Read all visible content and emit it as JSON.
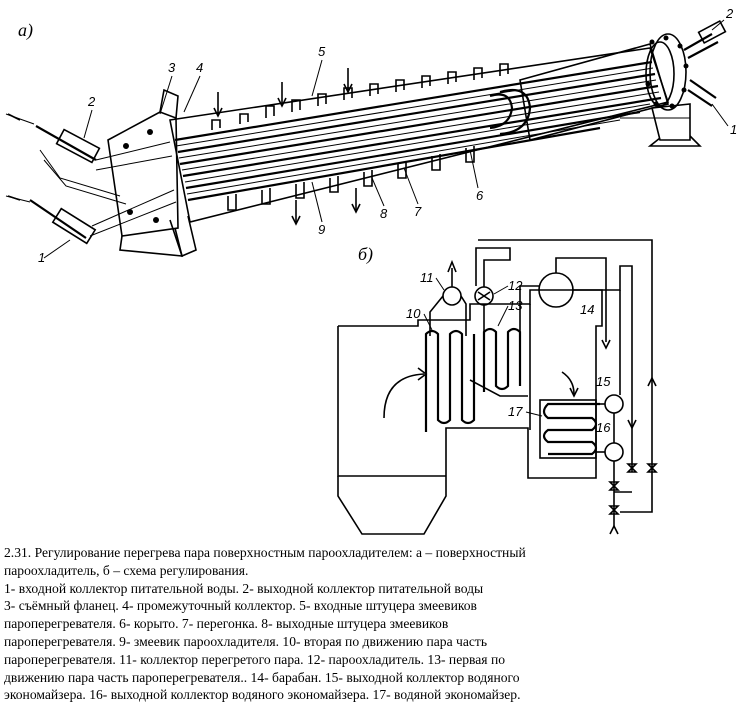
{
  "figure": {
    "part_a_label": "а)",
    "part_b_label": "б)",
    "labels_a": [
      "1",
      "2",
      "3",
      "4",
      "5",
      "6",
      "7",
      "8",
      "9",
      "1",
      "2"
    ],
    "labels_b": [
      "10",
      "11",
      "12",
      "13",
      "14",
      "15",
      "16",
      "17"
    ]
  },
  "caption": {
    "lines": [
      "2.31.  Регулирование перегрева пара поверхностным пароохладителем: а – поверхностный",
      "пароохладитель, б – схема регулирования.",
      "1- входной коллектор питательной воды.  2- выходной коллектор питательной воды",
      "3- съёмный фланец. 4- промежуточный коллектор. 5- входные штуцера змеевиков",
      "пароперегревателя.  6- корыто. 7- перегонка.  8- выходные штуцера змеевиков",
      "пароперегревателя.  9- змеевик пароохладителя. 10- вторая по движению пара часть",
      "пароперегревателя.  11- коллектор перегретого пара.  12- пароохладитель.  13- первая по",
      "движению пара часть пароперегревателя..  14- барабан. 15- выходной коллектор водяного",
      "экономайзера.  16-  выходной коллектор водяного экономайзера.  17- водяной экономайзер."
    ]
  }
}
